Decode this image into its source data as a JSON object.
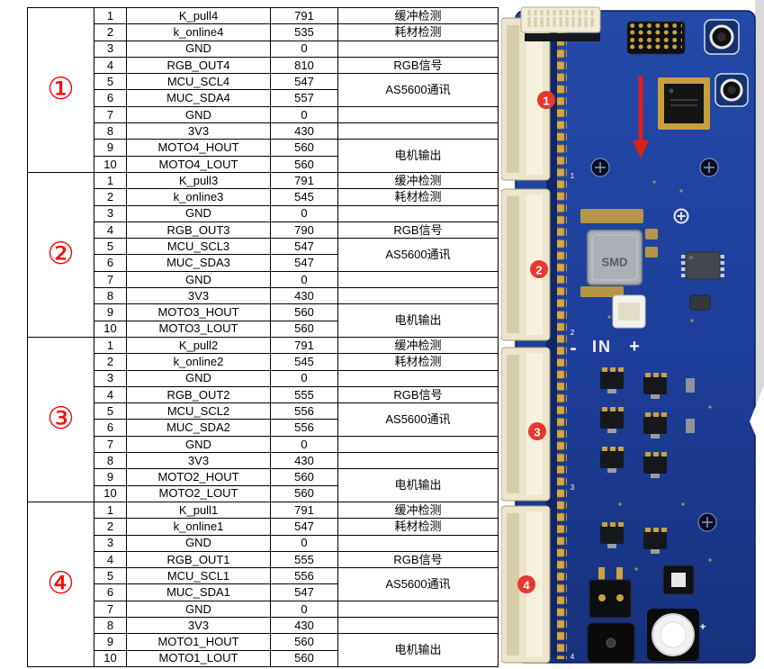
{
  "table": {
    "groups": [
      {
        "label": "①",
        "rows": [
          {
            "pin": "1",
            "name": "K_pull4",
            "value": "791",
            "desc": "缓冲检测",
            "span": 1
          },
          {
            "pin": "2",
            "name": "k_online4",
            "value": "535",
            "desc": "耗材检测",
            "span": 1
          },
          {
            "pin": "3",
            "name": "GND",
            "value": "0",
            "desc": "",
            "span": 1
          },
          {
            "pin": "4",
            "name": "RGB_OUT4",
            "value": "810",
            "desc": "RGB信号",
            "span": 1
          },
          {
            "pin": "5",
            "name": "MCU_SCL4",
            "value": "547",
            "desc": "AS5600通讯",
            "span": 2
          },
          {
            "pin": "6",
            "name": "MUC_SDA4",
            "value": "557"
          },
          {
            "pin": "7",
            "name": "GND",
            "value": "0",
            "desc": "",
            "span": 1
          },
          {
            "pin": "8",
            "name": "3V3",
            "value": "430",
            "desc": "",
            "span": 1
          },
          {
            "pin": "9",
            "name": "MOTO4_HOUT",
            "value": "560",
            "desc": "电机输出",
            "span": 2
          },
          {
            "pin": "10",
            "name": "MOTO4_LOUT",
            "value": "560"
          }
        ]
      },
      {
        "label": "②",
        "rows": [
          {
            "pin": "1",
            "name": "K_pull3",
            "value": "791",
            "desc": "缓冲检测",
            "span": 1
          },
          {
            "pin": "2",
            "name": "k_online3",
            "value": "545",
            "desc": "耗材检测",
            "span": 1
          },
          {
            "pin": "3",
            "name": "GND",
            "value": "0",
            "desc": "",
            "span": 1
          },
          {
            "pin": "4",
            "name": "RGB_OUT3",
            "value": "790",
            "desc": "RGB信号",
            "span": 1
          },
          {
            "pin": "5",
            "name": "MCU_SCL3",
            "value": "547",
            "desc": "AS5600通讯",
            "span": 2
          },
          {
            "pin": "6",
            "name": "MUC_SDA3",
            "value": "547"
          },
          {
            "pin": "7",
            "name": "GND",
            "value": "0",
            "desc": "",
            "span": 1
          },
          {
            "pin": "8",
            "name": "3V3",
            "value": "430",
            "desc": "",
            "span": 1
          },
          {
            "pin": "9",
            "name": "MOTO3_HOUT",
            "value": "560",
            "desc": "电机输出",
            "span": 2
          },
          {
            "pin": "10",
            "name": "MOTO3_LOUT",
            "value": "560"
          }
        ]
      },
      {
        "label": "③",
        "rows": [
          {
            "pin": "1",
            "name": "K_pull2",
            "value": "791",
            "desc": "缓冲检测",
            "span": 1
          },
          {
            "pin": "2",
            "name": "k_online2",
            "value": "545",
            "desc": "耗材检测",
            "span": 1
          },
          {
            "pin": "3",
            "name": "GND",
            "value": "0",
            "desc": "",
            "span": 1
          },
          {
            "pin": "4",
            "name": "RGB_OUT2",
            "value": "555",
            "desc": "RGB信号",
            "span": 1
          },
          {
            "pin": "5",
            "name": "MCU_SCL2",
            "value": "556",
            "desc": "AS5600通讯",
            "span": 2
          },
          {
            "pin": "6",
            "name": "MUC_SDA2",
            "value": "556"
          },
          {
            "pin": "7",
            "name": "GND",
            "value": "0",
            "desc": "",
            "span": 1
          },
          {
            "pin": "8",
            "name": "3V3",
            "value": "430",
            "desc": "",
            "span": 1
          },
          {
            "pin": "9",
            "name": "MOTO2_HOUT",
            "value": "560",
            "desc": "电机输出",
            "span": 2
          },
          {
            "pin": "10",
            "name": "MOTO2_LOUT",
            "value": "560"
          }
        ]
      },
      {
        "label": "④",
        "rows": [
          {
            "pin": "1",
            "name": "K_pull1",
            "value": "791",
            "desc": "缓冲检测",
            "span": 1
          },
          {
            "pin": "2",
            "name": "k_online1",
            "value": "547",
            "desc": "耗材检测",
            "span": 1
          },
          {
            "pin": "3",
            "name": "GND",
            "value": "0",
            "desc": "",
            "span": 1
          },
          {
            "pin": "4",
            "name": "RGB_OUT1",
            "value": "555",
            "desc": "RGB信号",
            "span": 1
          },
          {
            "pin": "5",
            "name": "MCU_SCL1",
            "value": "556",
            "desc": "AS5600通讯",
            "span": 2
          },
          {
            "pin": "6",
            "name": "MUC_SDA1",
            "value": "547"
          },
          {
            "pin": "7",
            "name": "GND",
            "value": "0",
            "desc": "",
            "span": 1
          },
          {
            "pin": "8",
            "name": "3V3",
            "value": "430",
            "desc": "",
            "span": 1
          },
          {
            "pin": "9",
            "name": "MOTO1_HOUT",
            "value": "560",
            "desc": "电机输出",
            "span": 2
          },
          {
            "pin": "10",
            "name": "MOTO1_LOUT",
            "value": "560"
          }
        ]
      }
    ]
  },
  "pcb": {
    "markers": [
      "1",
      "2",
      "3",
      "4"
    ],
    "smd_label": "SMD",
    "power_label": {
      "minus": "-",
      "text": "IN",
      "plus": "+"
    },
    "board_color": "#1d3f9b",
    "marker_color": "#e8382d"
  }
}
